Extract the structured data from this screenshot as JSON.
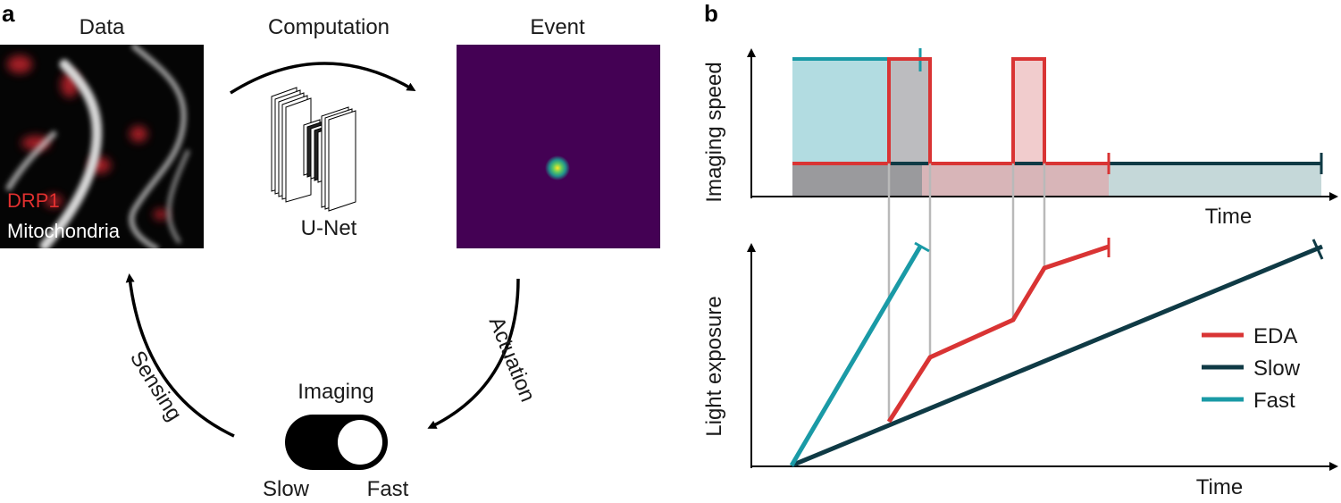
{
  "panel_a": {
    "letter": "a",
    "data_title": "Data",
    "computation_title": "Computation",
    "event_title": "Event",
    "drp1_label": "DRP1",
    "mito_label": "Mitochondria",
    "unet_label": "U-Net",
    "actuation_label": "Actuation",
    "sensing_label": "Sensing",
    "imaging_label": "Imaging",
    "slow_label": "Slow",
    "fast_label": "Fast",
    "event_bg_color": "#440154"
  },
  "panel_b": {
    "letter": "b",
    "top": {
      "ylabel": "Imaging speed",
      "xlabel": "Time"
    },
    "bottom": {
      "ylabel": "Light exposure",
      "xlabel": "Time"
    },
    "legend": [
      {
        "label": "EDA",
        "color": "#d93434"
      },
      {
        "label": "Slow",
        "color": "#0f3a45"
      },
      {
        "label": "Fast",
        "color": "#1a9aa6"
      }
    ]
  }
}
